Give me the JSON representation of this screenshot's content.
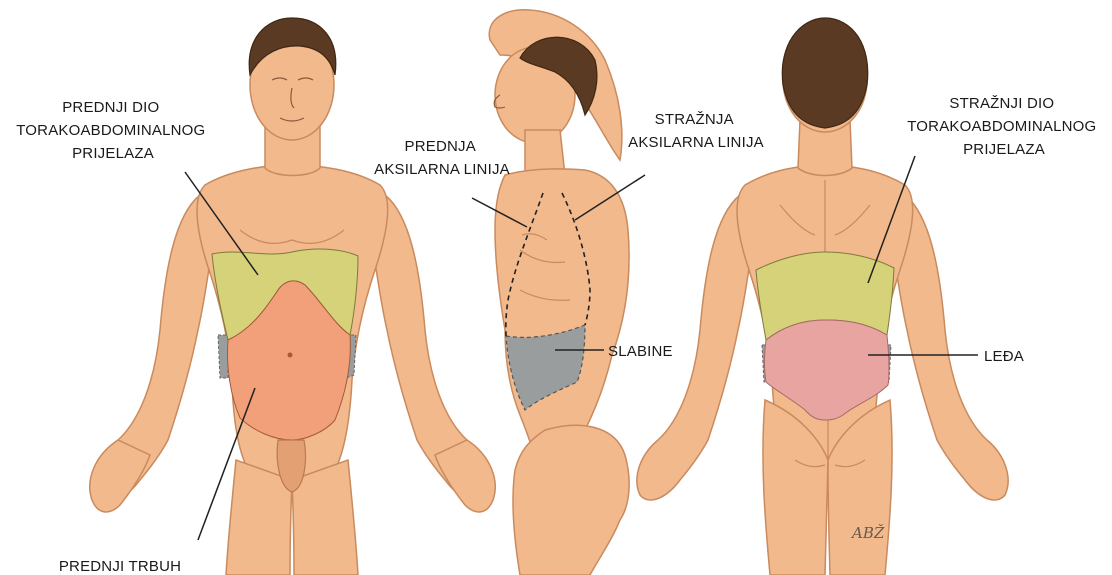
{
  "labels": {
    "front_thoracoabdominal": [
      "PREDNJI DIO",
      "TORAKOABDOMINALNOG",
      "PRIJELAZA"
    ],
    "anterior_abdomen": "PREDNJI TRBUH",
    "anterior_axillary_line": [
      "PREDNJA",
      "AKSILARNA LINIJA"
    ],
    "posterior_axillary_line": [
      "STRAŽNJA",
      "AKSILARNA LINIJA"
    ],
    "flank": "SLABINE",
    "back_thoracoabdominal": [
      "STRAŽNJI DIO",
      "TORAKOABDOMINALNOG",
      "PRIJELAZA"
    ],
    "back": "LEĐA"
  },
  "signature": "ABŽ",
  "colors": {
    "thoracoabdominal_region": "#d6d27a",
    "abdomen_region": "#f2a079",
    "flank_region": "#9a9d9e",
    "back_region": "#e8a4a0",
    "skin": "#f2b98c",
    "hair": "#5a3a22"
  }
}
